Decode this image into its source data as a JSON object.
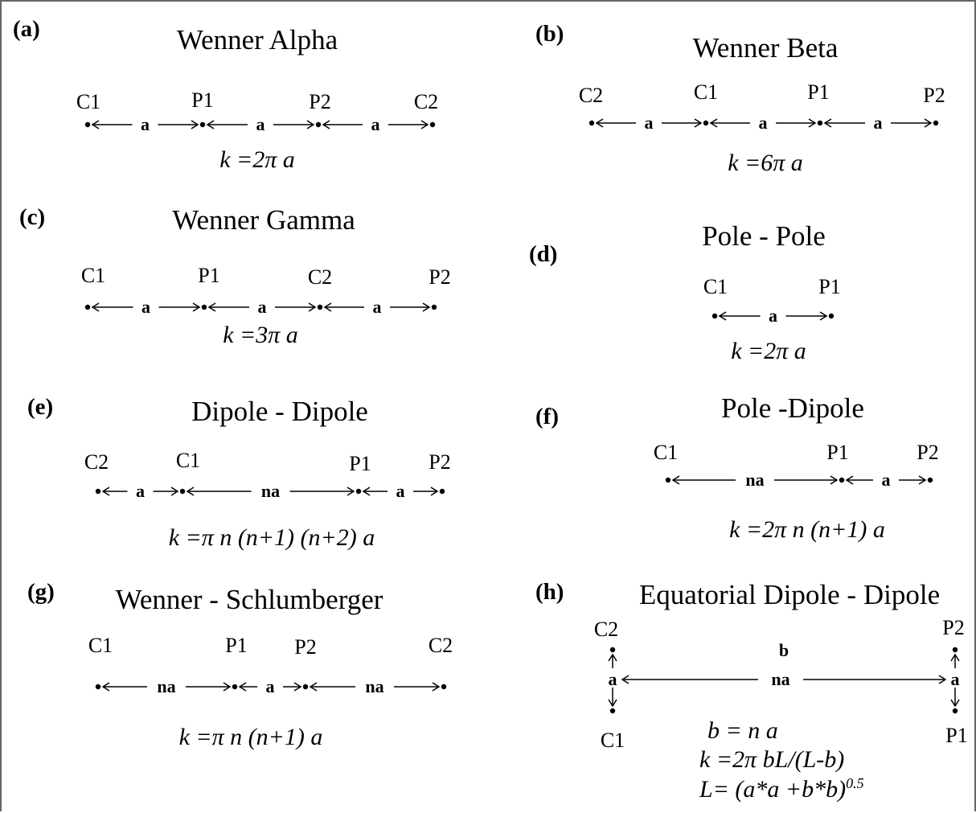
{
  "panels": {
    "a": {
      "label": "(a)",
      "title": "Wenner Alpha",
      "electrodes": [
        "C1",
        "P1",
        "P2",
        "C2"
      ],
      "spacings": [
        "a",
        "a",
        "a"
      ],
      "formula": "k =2π a"
    },
    "b": {
      "label": "(b)",
      "title": "Wenner Beta",
      "electrodes": [
        "C2",
        "C1",
        "P1",
        "P2"
      ],
      "spacings": [
        "a",
        "a",
        "a"
      ],
      "formula": "k =6π a"
    },
    "c": {
      "label": "(c)",
      "title": "Wenner Gamma",
      "electrodes": [
        "C1",
        "P1",
        "C2",
        "P2"
      ],
      "spacings": [
        "a",
        "a",
        "a"
      ],
      "formula": "k =3π a"
    },
    "d": {
      "label": "(d)",
      "title": "Pole - Pole",
      "electrodes": [
        "C1",
        "P1"
      ],
      "spacings": [
        "a"
      ],
      "formula": "k =2π a"
    },
    "e": {
      "label": "(e)",
      "title": "Dipole - Dipole",
      "electrodes": [
        "C2",
        "C1",
        "P1",
        "P2"
      ],
      "spacings": [
        "a",
        "na",
        "a"
      ],
      "formula": "k =π n (n+1) (n+2) a"
    },
    "f": {
      "label": "(f)",
      "title": "Pole -Dipole",
      "electrodes": [
        "C1",
        "P1",
        "P2"
      ],
      "spacings": [
        "na",
        "a"
      ],
      "formula": "k =2π n (n+1) a"
    },
    "g": {
      "label": "(g)",
      "title": "Wenner - Schlumberger",
      "electrodes": [
        "C1",
        "P1",
        "P2",
        "C2"
      ],
      "spacings": [
        "na",
        "a",
        "na"
      ],
      "formula": "k =π n (n+1) a"
    },
    "h": {
      "label": "(h)",
      "title": "Equatorial Dipole - Dipole",
      "electrodes": [
        "C2",
        "P2",
        "C1",
        "P1"
      ],
      "b_label": "b",
      "spacings": [
        "na",
        "a",
        "a"
      ],
      "formula_1": "b = n a",
      "formula_2": "k =2π bL/(L-b)",
      "formula_3": "L= (a*a +b*b)",
      "formula_3_exp": "0.5"
    }
  }
}
